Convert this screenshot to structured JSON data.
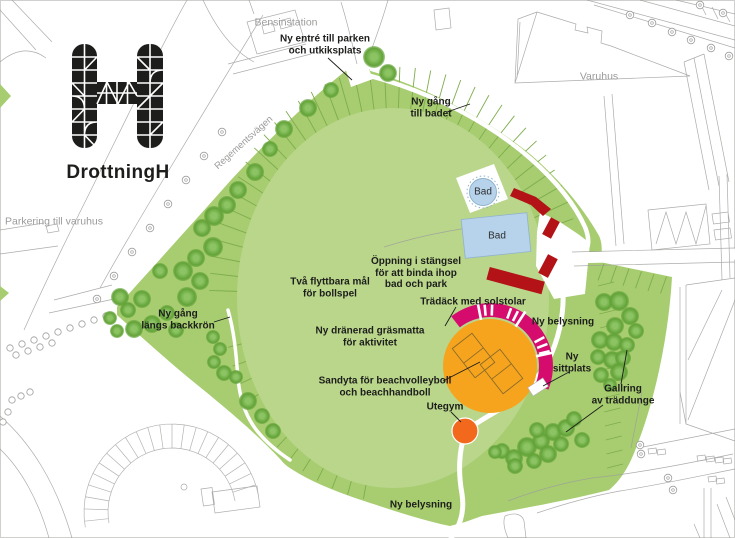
{
  "logo": {
    "wordmark": "DrottningH"
  },
  "labels": {
    "bensinstation": {
      "text": "Bensinstation"
    },
    "entre": {
      "lines": [
        "Ny entré till parken",
        "och utkiksplats"
      ]
    },
    "varuhus": {
      "text": "Varuhus"
    },
    "gang_badet": {
      "lines": [
        "Ny gång",
        "till badet"
      ]
    },
    "regementsvagen": {
      "text": "Regementsvägen"
    },
    "parkering": {
      "text": "Parkering till varuhus"
    },
    "bad_round": {
      "text": "Bad"
    },
    "bad_rect": {
      "text": "Bad"
    },
    "oppning": {
      "lines": [
        "Öppning i stängsel",
        "för att binda ihop",
        "bad och park"
      ]
    },
    "mal": {
      "lines": [
        "Två flyttbara mål",
        "för bollspel"
      ]
    },
    "gang_backkron": {
      "lines": [
        "Ny gång",
        "längs backkrön"
      ]
    },
    "grasmatta": {
      "lines": [
        "Ny dränerad gräsmatta",
        "för aktivitet"
      ]
    },
    "tradack": {
      "text": "Trädäck med solstolar"
    },
    "belysning_ost": {
      "text": "Ny belysning"
    },
    "sittplats": {
      "lines": [
        "Ny",
        "sittplats"
      ]
    },
    "sandyta": {
      "lines": [
        "Sandyta för beachvolleyboll",
        "och beachhandboll"
      ]
    },
    "gallring": {
      "lines": [
        "Gallring",
        "av träddunge"
      ]
    },
    "utegym": {
      "text": "Utegym"
    },
    "belysning_syd": {
      "text": "Ny belysning"
    }
  },
  "colors": {
    "park_band": "#a7cd70",
    "park_inner": "#b9d68b",
    "hatch": "#7ead4c",
    "tree_light": "#8cc464",
    "tree_dark": "#63a339",
    "cad": "#9d9d9c",
    "stall": "#b3b3b1",
    "red_building": "#b31217",
    "pool": "#b7d3eb",
    "pool_edge": "#8fb2cc",
    "deck_magenta": "#d60b6e",
    "sand_orange": "#f6a41e",
    "gym_orange": "#f2691d",
    "court_line": "#8a6b2a",
    "label_dark": "#1d1d1b",
    "label_gray": "#9b9b9a"
  }
}
